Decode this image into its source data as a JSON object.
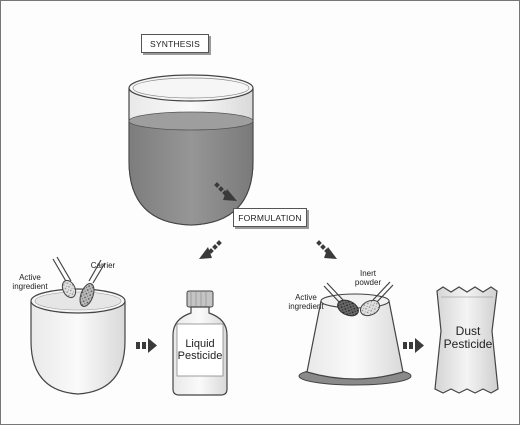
{
  "stages": {
    "synthesis": "SYNTHESIS",
    "formulation": "FORMULATION"
  },
  "liquid_branch": {
    "active_ingredient": "Active\ningredient",
    "carrier": "Carrier",
    "product": "Liquid\nPesticide"
  },
  "dust_branch": {
    "active_ingredient": "Active\ningredient",
    "inert_powder": "Inert\npowder",
    "product": "Dust\nPesticide"
  },
  "colors": {
    "liquid": "#8c8c8c",
    "arrow": "#3a3a3a",
    "outline": "#444444"
  }
}
